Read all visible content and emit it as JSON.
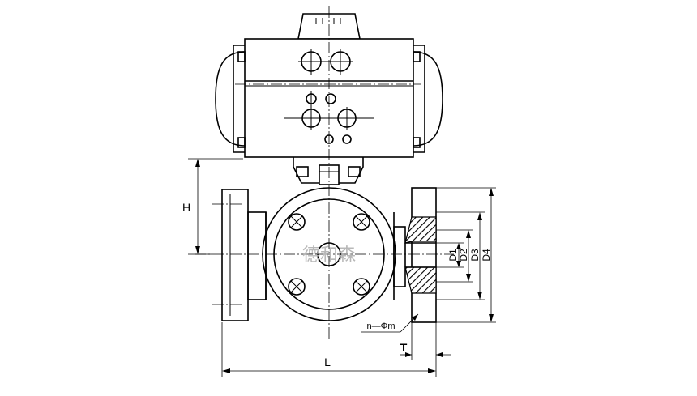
{
  "drawing": {
    "watermark": "德和森",
    "dimensions": {
      "height": "H",
      "length": "L",
      "thickness": "T",
      "holes": "n—Φm",
      "d1": "D1",
      "d2": "D2",
      "d3": "D3",
      "d4": "D4"
    }
  }
}
